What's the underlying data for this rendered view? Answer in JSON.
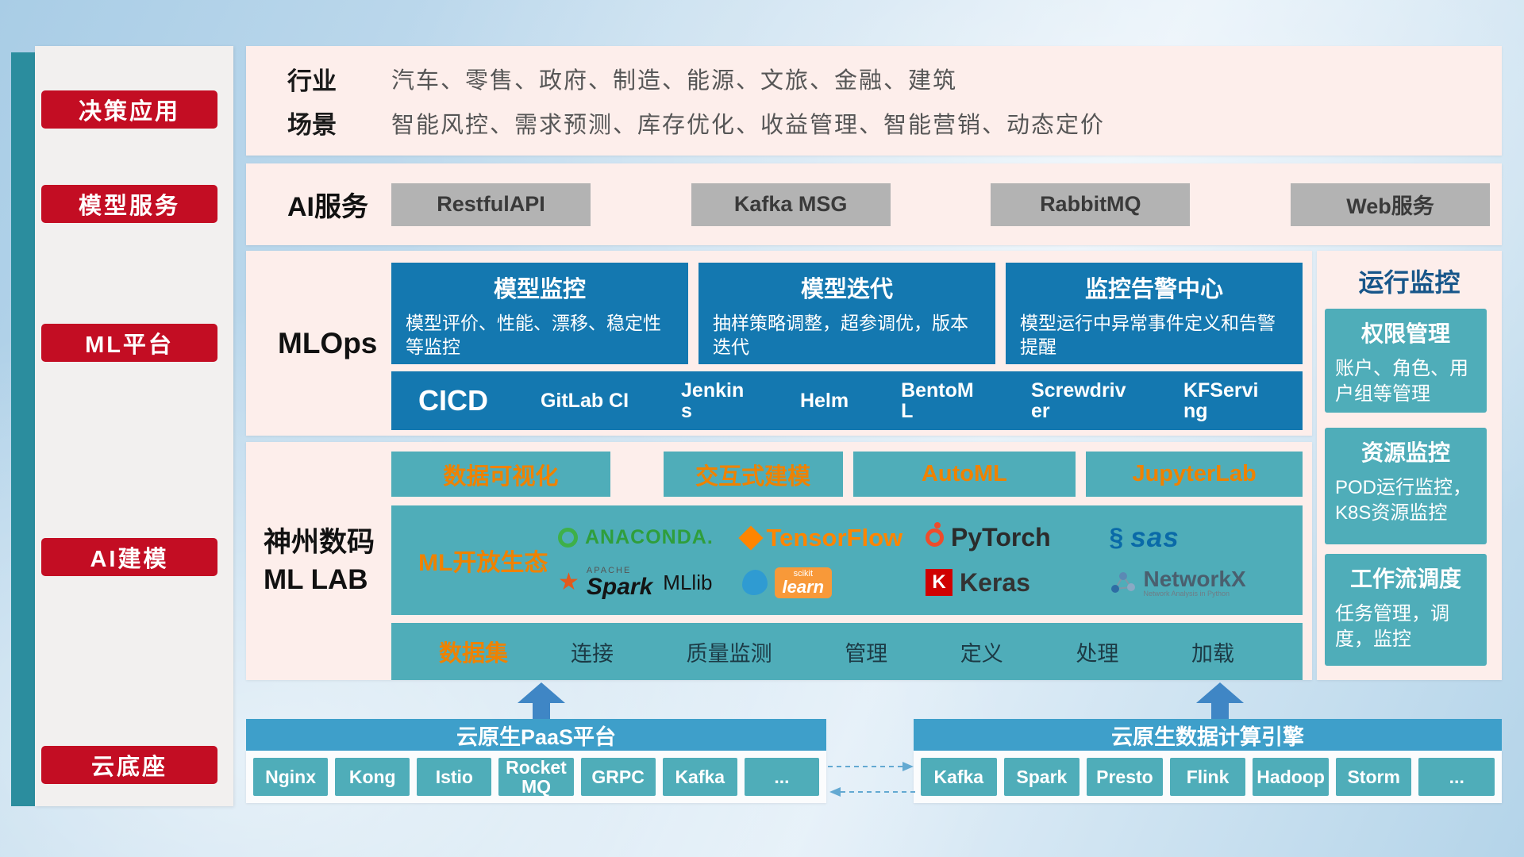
{
  "colors": {
    "accent_red": "#c30d23",
    "panel_pink": "#fdeeeb",
    "deep_blue": "#1478b0",
    "teal": "#4fadb9",
    "bar_blue": "#3e9fca",
    "orange_text": "#ef8200",
    "gray_button": "#b3b3b3",
    "left_strip_teal": "#2b8d9e"
  },
  "sidebar": {
    "items": [
      {
        "label": "决策应用"
      },
      {
        "label": "模型服务"
      },
      {
        "label": "ML平台"
      },
      {
        "label": "AI建模"
      },
      {
        "label": "云底座"
      }
    ]
  },
  "industry": {
    "rows": [
      {
        "label": "行业",
        "text": "汽车、零售、政府、制造、能源、文旅、金融、建筑"
      },
      {
        "label": "场景",
        "text": "智能风控、需求预测、库存优化、收益管理、智能营销、动态定价"
      }
    ]
  },
  "ai_services": {
    "label": "AI服务",
    "items": [
      "RestfulAPI",
      "Kafka MSG",
      "RabbitMQ",
      "Web服务"
    ]
  },
  "mlops": {
    "label": "MLOps",
    "cards": [
      {
        "title": "模型监控",
        "desc": "模型评价、性能、漂移、稳定性等监控"
      },
      {
        "title": "模型迭代",
        "desc": "抽样策略调整，超参调优，版本迭代"
      },
      {
        "title": "监控告警中心",
        "desc": "模型运行中异常事件定义和告警提醒"
      }
    ],
    "cicd_label": "CICD",
    "cicd_tools": [
      "GitLab CI",
      "Jenkins",
      "Helm",
      "BentoML",
      "Screwdriver",
      "KFServing"
    ]
  },
  "mllab": {
    "label_line1": "神州数码",
    "label_line2": "ML LAB",
    "top_buttons": [
      "数据可视化",
      "交互式建模",
      "AutoML",
      "JupyterLab"
    ],
    "eco_label": "ML开放生态",
    "logos": {
      "anaconda": "ANACONDA.",
      "tensorflow": "TensorFlow",
      "pytorch": "PyTorch",
      "sas": "sas",
      "spark_apache": "APACHE",
      "spark": "Spark",
      "mllib": "MLlib",
      "scikit": "scikit",
      "learn": "learn",
      "keras_k": "K",
      "keras": "Keras",
      "networkx": "NetworkX",
      "networkx_sub": "Network Analysis in Python"
    },
    "dataset_label": "数据集",
    "dataset_items": [
      "连接",
      "质量监测",
      "管理",
      "定义",
      "处理",
      "加载"
    ]
  },
  "monitoring": {
    "title": "运行监控",
    "cards": [
      {
        "title": "权限管理",
        "desc": "账户、角色、用户组等管理"
      },
      {
        "title": "资源监控",
        "desc": "POD运行监控，K8S资源监控"
      },
      {
        "title": "工作流调度",
        "desc": "任务管理，调度，监控"
      }
    ]
  },
  "cloud": {
    "paas_title": "云原生PaaS平台",
    "paas_items": [
      "Nginx",
      "Kong",
      "Istio",
      "RocketMQ",
      "GRPC",
      "Kafka",
      "..."
    ],
    "engine_title": "云原生数据计算引擎",
    "engine_items": [
      "Kafka",
      "Spark",
      "Presto",
      "Flink",
      "Hadoop",
      "Storm",
      "..."
    ]
  }
}
